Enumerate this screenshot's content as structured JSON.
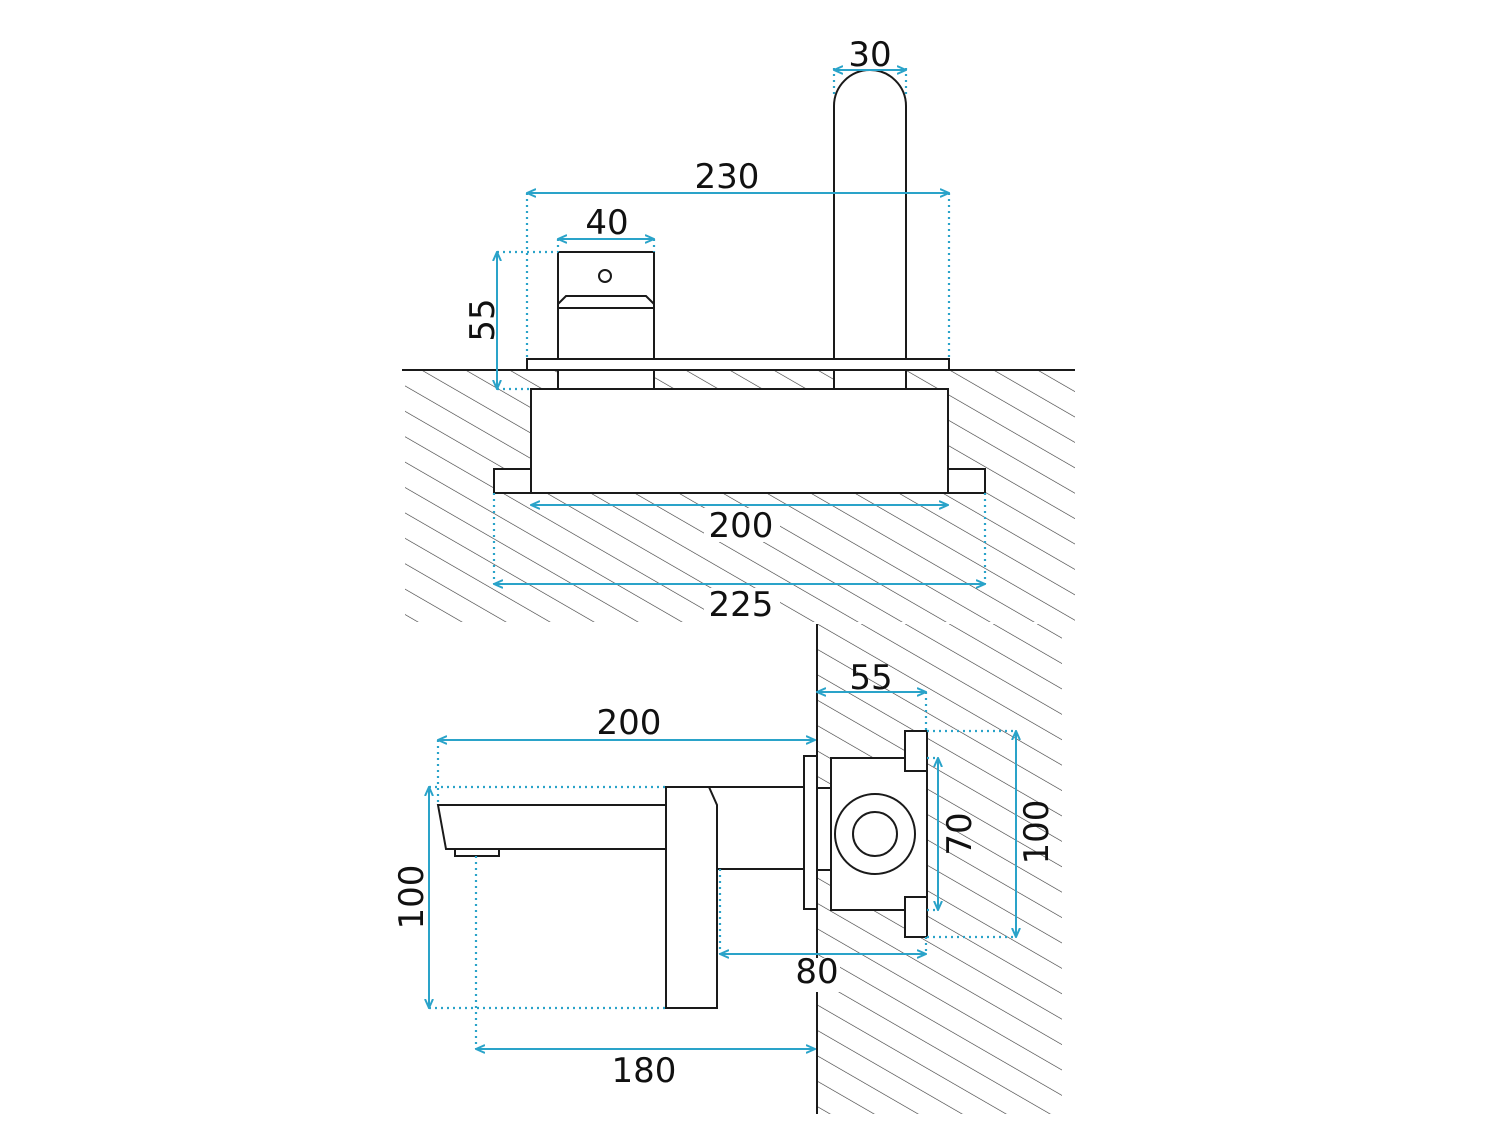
{
  "colors": {
    "dimension": "#2aa3c9",
    "outline": "#1a1a1a",
    "hatch": "#333333"
  },
  "top_view": {
    "spout_width": "30",
    "overall_width": "230",
    "handle_width": "40",
    "handle_height": "55",
    "box_width": "200",
    "plate_width": "225"
  },
  "side_view": {
    "wall_depth": "55",
    "spout_reach": "200",
    "body_height": "70",
    "plate_height": "100",
    "spout_height": "100",
    "body_depth": "80",
    "outlet_reach": "180"
  }
}
